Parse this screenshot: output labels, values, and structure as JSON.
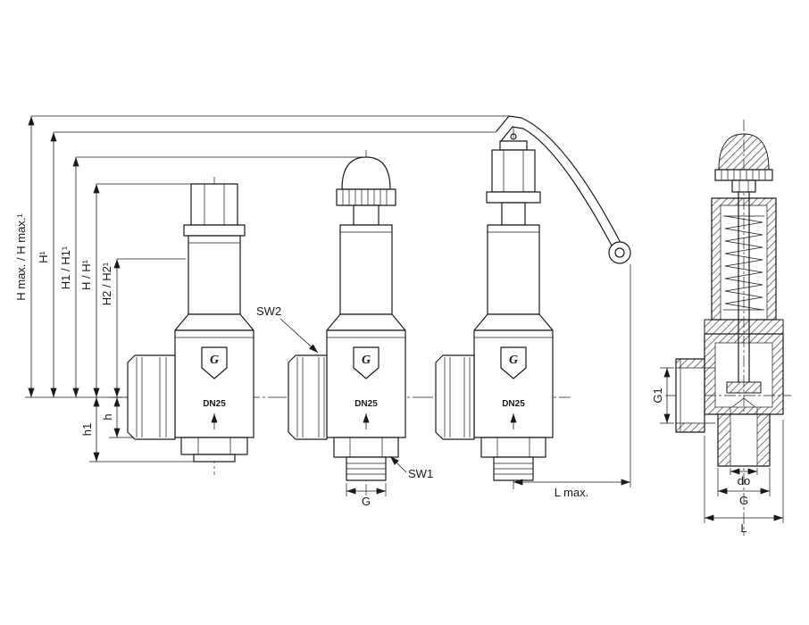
{
  "drawing": {
    "type": "safety-valve dimensional drawing",
    "line_color": "#1a1a1a",
    "background": "#ffffff"
  },
  "dimension_labels": {
    "h_max": "H max. / H max.¹",
    "h_sup": "H¹",
    "h1": "H1 / H1¹",
    "h": "H / H¹",
    "h2": "H2 / H2¹",
    "h_lower": "h",
    "h1_lower": "h1",
    "g_valve2": "G",
    "l_max": "L max.",
    "g1": "G1",
    "do": "do",
    "g_valve4": "G",
    "l": "L"
  },
  "callouts": {
    "sw1": "SW1",
    "sw2": "SW2"
  },
  "valves": {
    "valve1": {
      "size": "DN25",
      "logo": "G"
    },
    "valve2": {
      "size": "DN25",
      "logo": "G"
    },
    "valve3": {
      "size": "DN25",
      "logo": "G"
    }
  }
}
